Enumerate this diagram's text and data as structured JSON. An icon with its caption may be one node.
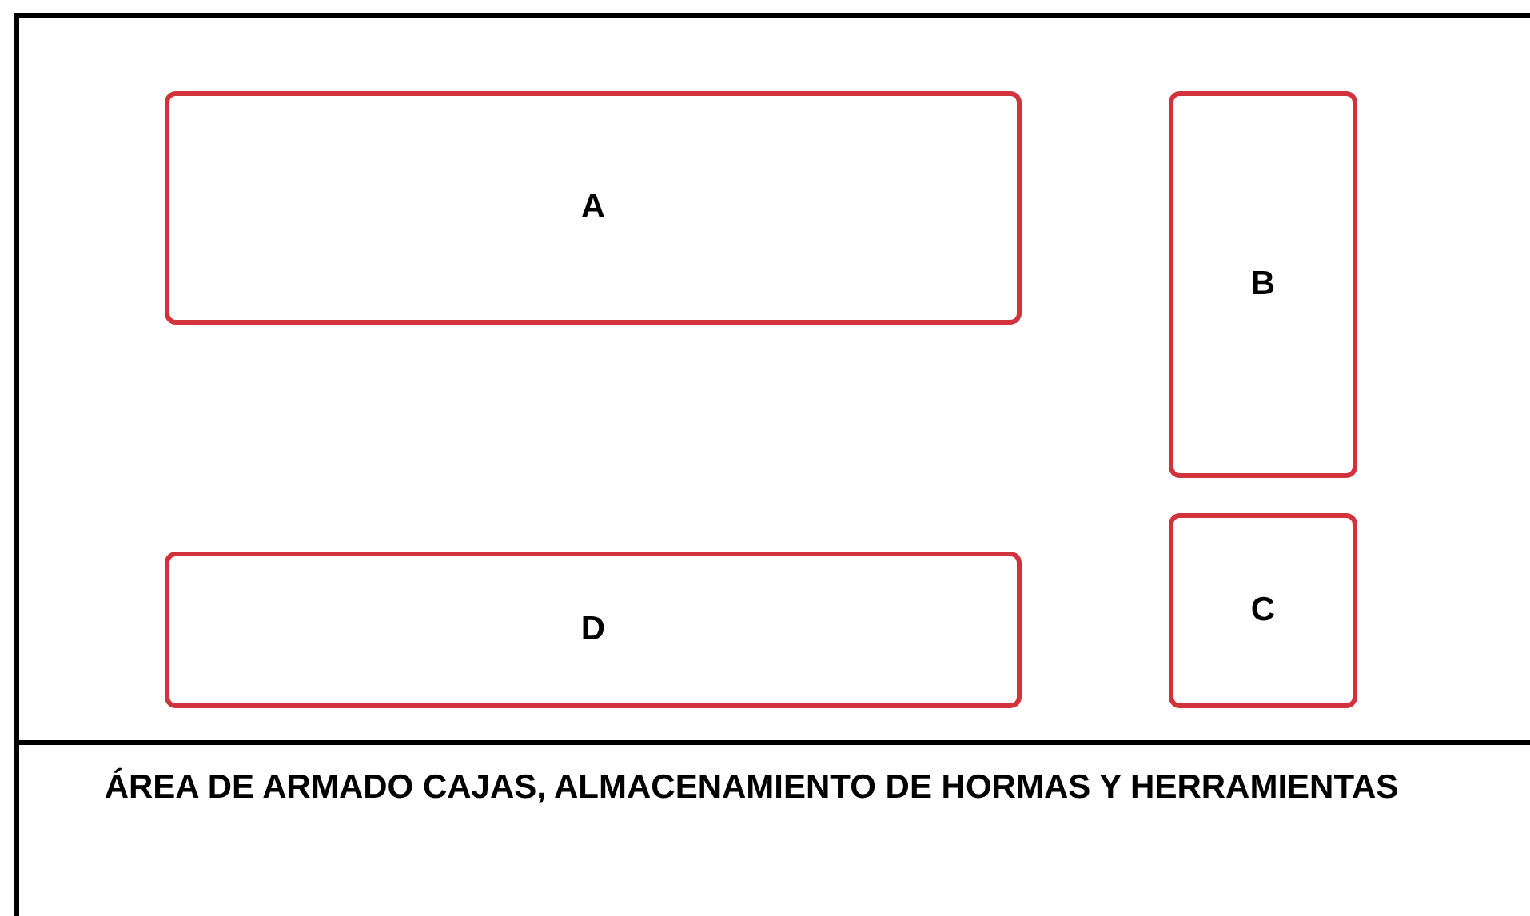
{
  "diagram": {
    "nodes": [
      {
        "text": [
          "ÁREA DE ARMADO CAJAS, ALMACENAMIENTO DE HORMAS Y HERRAMIENTAS"
        ]
      },
      {
        "text": [
          "A"
        ],
        "in": 0
      },
      {
        "text": [
          "B"
        ],
        "in": 0
      },
      {
        "text": [
          "C"
        ],
        "in": 0
      },
      {
        "text": [
          "D"
        ],
        "in": 0
      }
    ]
  }
}
